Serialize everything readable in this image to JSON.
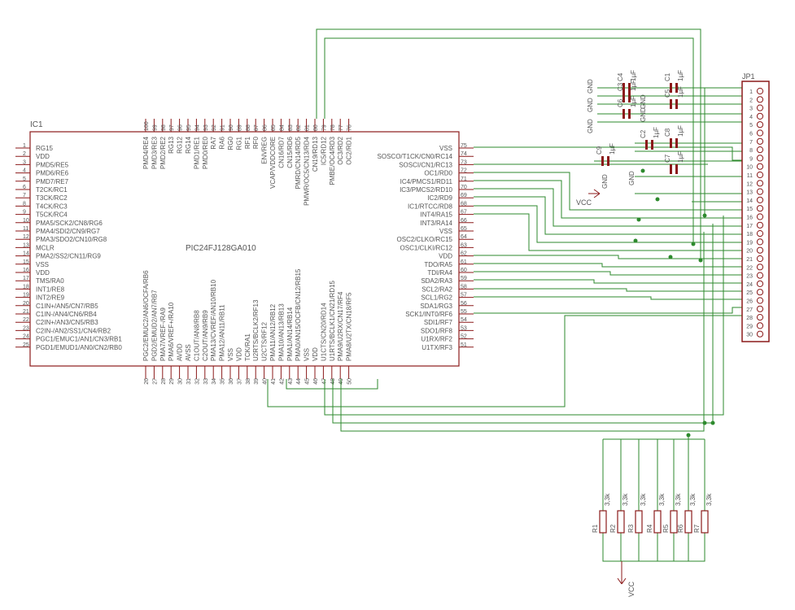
{
  "ic": {
    "ref": "IC1",
    "part": "PIC24FJ128GA010",
    "left": [
      {
        "num": "1",
        "name": "RG15"
      },
      {
        "num": "2",
        "name": "VDD"
      },
      {
        "num": "3",
        "name": "PMD5/RE5"
      },
      {
        "num": "4",
        "name": "PMD6/RE6"
      },
      {
        "num": "5",
        "name": "PMD7/RE7"
      },
      {
        "num": "6",
        "name": "T2CK/RC1"
      },
      {
        "num": "7",
        "name": "T3CK/RC2"
      },
      {
        "num": "8",
        "name": "T4CK/RC3"
      },
      {
        "num": "9",
        "name": "T5CK/RC4"
      },
      {
        "num": "10",
        "name": "PMA5/SCK2/CN8/RG6"
      },
      {
        "num": "11",
        "name": "PMA4/SDI2/CN9/RG7"
      },
      {
        "num": "12",
        "name": "PMA3/SDO2/CN10/RG8"
      },
      {
        "num": "13",
        "name": "MCLR"
      },
      {
        "num": "14",
        "name": "PMA2/SS2/CN11/RG9"
      },
      {
        "num": "15",
        "name": "VSS"
      },
      {
        "num": "16",
        "name": "VDD"
      },
      {
        "num": "17",
        "name": "TMS/RA0"
      },
      {
        "num": "18",
        "name": "INT1/RE8"
      },
      {
        "num": "19",
        "name": "INT2/RE9"
      },
      {
        "num": "20",
        "name": "C1IN+/AN5/CN7/RB5"
      },
      {
        "num": "21",
        "name": "C1IN-/AN4/CN6/RB4"
      },
      {
        "num": "22",
        "name": "C2IN+/AN3/CN5/RB3"
      },
      {
        "num": "23",
        "name": "C2IN-/AN2/SS1/CN4/RB2"
      },
      {
        "num": "24",
        "name": "PGC1/EMUC1/AN1/CN3/RB1"
      },
      {
        "num": "25",
        "name": "PGD1/EMUD1/AN0/CN2/RB0"
      }
    ],
    "right": [
      {
        "num": "75",
        "name": "VSS"
      },
      {
        "num": "74",
        "name": "SOSCO/T1CK/CN0/RC14"
      },
      {
        "num": "73",
        "name": "SOSCI/CN1/RC13"
      },
      {
        "num": "72",
        "name": "OC1/RD0"
      },
      {
        "num": "71",
        "name": "IC4/PMCS1/RD11"
      },
      {
        "num": "70",
        "name": "IC3/PMCS2/RD10"
      },
      {
        "num": "69",
        "name": "IC2/RD9"
      },
      {
        "num": "68",
        "name": "IC1/RTCC/RD8"
      },
      {
        "num": "67",
        "name": "INT4/RA15"
      },
      {
        "num": "66",
        "name": "INT3/RA14"
      },
      {
        "num": "65",
        "name": "VSS"
      },
      {
        "num": "64",
        "name": "OSC2/CLKO/RC15"
      },
      {
        "num": "63",
        "name": "OSC1/CLKI/RC12"
      },
      {
        "num": "62",
        "name": "VDD"
      },
      {
        "num": "61",
        "name": "TDO/RA5"
      },
      {
        "num": "60",
        "name": "TDI/RA4"
      },
      {
        "num": "59",
        "name": "SDA2/RA3"
      },
      {
        "num": "58",
        "name": "SCL2/RA2"
      },
      {
        "num": "57",
        "name": "SCL1/RG2"
      },
      {
        "num": "56",
        "name": "SDA1/RG3"
      },
      {
        "num": "55",
        "name": "SCK1/INT0/RF6"
      },
      {
        "num": "54",
        "name": "SDI1/RF7"
      },
      {
        "num": "53",
        "name": "SDO1/RF8"
      },
      {
        "num": "52",
        "name": "U1RX/RF2"
      },
      {
        "num": "51",
        "name": "U1TX/RF3"
      }
    ],
    "top": [
      {
        "num": "100",
        "name": "PMD4/RE4"
      },
      {
        "num": "99",
        "name": "PMD3/RE3"
      },
      {
        "num": "98",
        "name": "PMD2/RE2"
      },
      {
        "num": "97",
        "name": "RG13"
      },
      {
        "num": "96",
        "name": "RG12"
      },
      {
        "num": "95",
        "name": "RG14"
      },
      {
        "num": "94",
        "name": "PMD1/RE1"
      },
      {
        "num": "93",
        "name": "PMD0/RE0"
      },
      {
        "num": "92",
        "name": "RA7"
      },
      {
        "num": "91",
        "name": "RA6"
      },
      {
        "num": "90",
        "name": "RG0"
      },
      {
        "num": "89",
        "name": "RG1"
      },
      {
        "num": "88",
        "name": "RF1"
      },
      {
        "num": "87",
        "name": "RF0"
      },
      {
        "num": "86",
        "name": "ENVREG"
      },
      {
        "num": "85",
        "name": "VCAP/VDDCORE"
      },
      {
        "num": "84",
        "name": "CN16/RD7"
      },
      {
        "num": "83",
        "name": "CN15/RD6"
      },
      {
        "num": "82",
        "name": "PMRD/CN14/RD5"
      },
      {
        "num": "81",
        "name": "PMWR/OC5/CN13/RD4"
      },
      {
        "num": "80",
        "name": "CN19/RD13"
      },
      {
        "num": "79",
        "name": "IC5/RD12"
      },
      {
        "num": "78",
        "name": "PMBE/OC4/RD3"
      },
      {
        "num": "77",
        "name": "OC3/RD2"
      },
      {
        "num": "76",
        "name": "OC2/RD1"
      }
    ],
    "bottom": [
      {
        "num": "26",
        "name": "PGC2/EMUC2/AN6/OCFA/RB6"
      },
      {
        "num": "27",
        "name": "PGD2/EMUD2/AN7/RB7"
      },
      {
        "num": "28",
        "name": "PMA7/VREF-/RA9"
      },
      {
        "num": "29",
        "name": "PMA6/VREF+/RA10"
      },
      {
        "num": "30",
        "name": "AVDD"
      },
      {
        "num": "31",
        "name": "AVSS"
      },
      {
        "num": "32",
        "name": "C1OUT/AN8/RB8"
      },
      {
        "num": "33",
        "name": "C2OUT/AN9/RB9"
      },
      {
        "num": "34",
        "name": "PMA13/CVREF/AN10/RB10"
      },
      {
        "num": "35",
        "name": "PMA12/AN11/RB11"
      },
      {
        "num": "36",
        "name": "VSS"
      },
      {
        "num": "37",
        "name": "VDD"
      },
      {
        "num": "38",
        "name": "TCK/RA1"
      },
      {
        "num": "39",
        "name": "U2RTS/BCLK2/RF13"
      },
      {
        "num": "40",
        "name": "U2CTS/RF12"
      },
      {
        "num": "41",
        "name": "PMA11/AN12/RB12"
      },
      {
        "num": "42",
        "name": "PMA10/AN13/RB13"
      },
      {
        "num": "43",
        "name": "PMA1/AN14/RB14"
      },
      {
        "num": "44",
        "name": "PMA0/AN15/OCFB/CN12/RB15"
      },
      {
        "num": "45",
        "name": "VSS"
      },
      {
        "num": "46",
        "name": "VDD"
      },
      {
        "num": "47",
        "name": "U1CTS/CN20/RD14"
      },
      {
        "num": "48",
        "name": "U1RTS/BCLK1/CN21/RD15"
      },
      {
        "num": "49",
        "name": "PMA9/U2RX/CN17/RF4"
      },
      {
        "num": "50",
        "name": "PMA8/U2TX/CN18/RF5"
      }
    ]
  },
  "header": {
    "ref": "JP1",
    "pins": [
      "1",
      "2",
      "3",
      "4",
      "5",
      "6",
      "7",
      "8",
      "9",
      "10",
      "11",
      "12",
      "13",
      "14",
      "15",
      "16",
      "17",
      "18",
      "19",
      "20",
      "21",
      "22",
      "23",
      "24",
      "25",
      "26",
      "27",
      "28",
      "29",
      "30"
    ]
  },
  "capacitors": [
    {
      "ref": "C4",
      "value": "1µF"
    },
    {
      "ref": "C1",
      "value": "1µF"
    },
    {
      "ref": "C3",
      "value": "1µF"
    },
    {
      "ref": "C5",
      "value": "1µF"
    },
    {
      "ref": "C6",
      "value": "1µF"
    },
    {
      "ref": "C2",
      "value": "1µF"
    },
    {
      "ref": "C8",
      "value": "1µF"
    },
    {
      "ref": "C9",
      "value": "1µF"
    },
    {
      "ref": "C7",
      "value": "1µF"
    }
  ],
  "resistors": [
    {
      "ref": "R1",
      "value": "3,3k"
    },
    {
      "ref": "R2",
      "value": "3,3k"
    },
    {
      "ref": "R3",
      "value": "3,3k"
    },
    {
      "ref": "R4",
      "value": "3,3k"
    },
    {
      "ref": "R5",
      "value": "3,3k"
    },
    {
      "ref": "R6",
      "value": "3,3k"
    },
    {
      "ref": "R7",
      "value": "3,3k"
    }
  ],
  "nets": {
    "gnd": "GND",
    "vcc": "VCC"
  },
  "colors": {
    "wire": "#2d8a2d",
    "component": "#8b1a1a",
    "outline": "#8b1a1a",
    "text": "#555555"
  }
}
